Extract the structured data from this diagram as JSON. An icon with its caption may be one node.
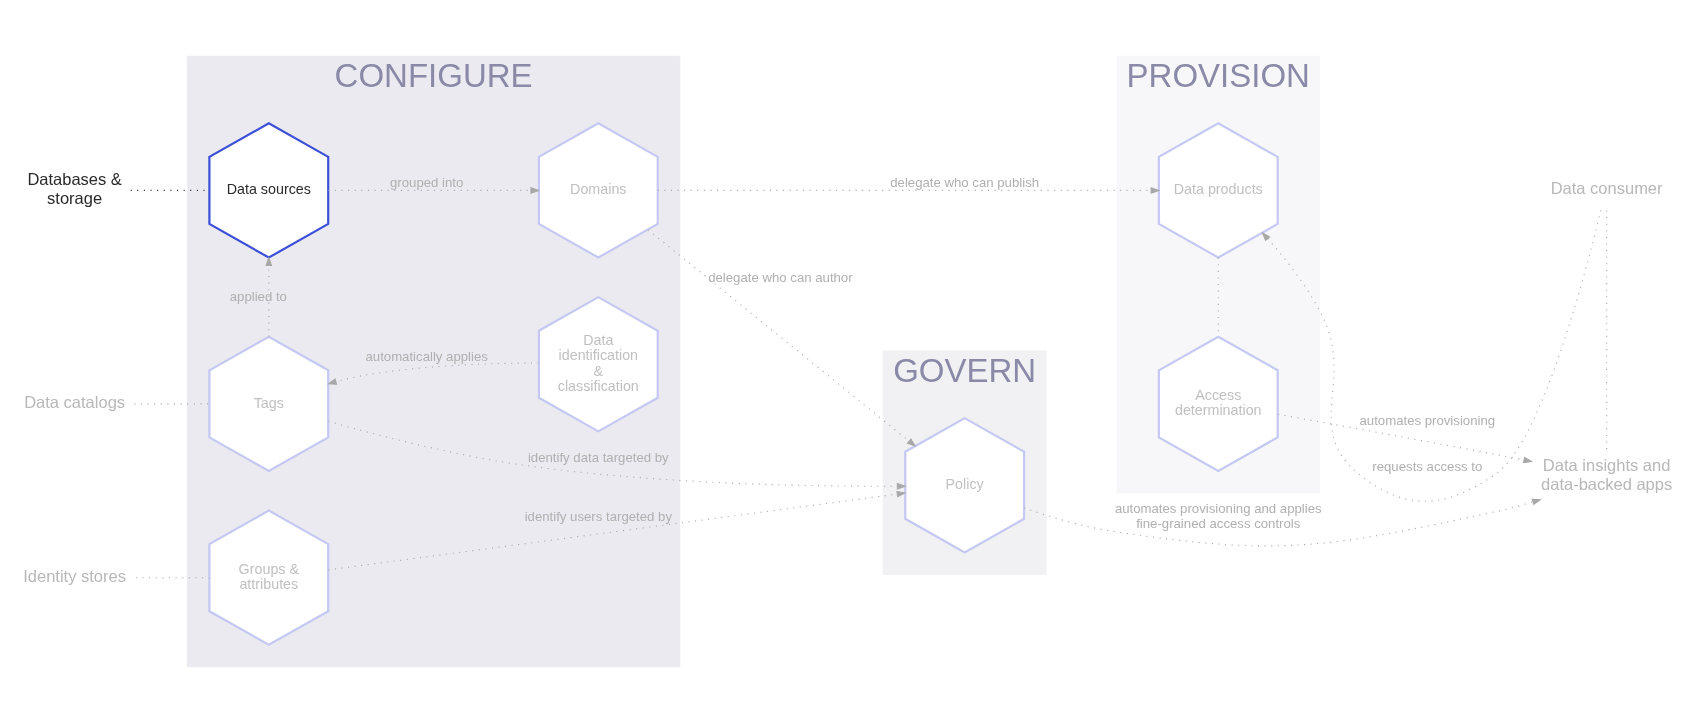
{
  "diagram": {
    "nodes": [
      {
        "text": [
          "CONFIGURE"
        ]
      },
      {
        "text": [
          "GOVERN"
        ]
      },
      {
        "text": [
          "PROVISION"
        ]
      },
      {
        "text": [
          "Databases & storage"
        ]
      },
      {
        "text": [
          "Data catalogs"
        ]
      },
      {
        "text": [
          "Identity stores"
        ]
      },
      {
        "text": [
          "Data sources"
        ],
        "in": 0
      },
      {
        "text": [
          "Domains"
        ],
        "in": 0
      },
      {
        "text": [
          "Tags"
        ],
        "in": 0
      },
      {
        "text": [
          "Data identification & classification"
        ],
        "in": 0
      },
      {
        "text": [
          "Groups & attributes"
        ],
        "in": 0
      },
      {
        "text": [
          "Policy"
        ],
        "in": 1
      },
      {
        "text": [
          "Data products"
        ],
        "in": 2
      },
      {
        "text": [
          "Access determination"
        ],
        "in": 2
      },
      {
        "text": [
          "Data consumer"
        ]
      },
      {
        "text": [
          "Data insights and data-backed apps"
        ]
      }
    ],
    "edges": [
      {
        "from": 3,
        "to": 6,
        "arrow": "none",
        "color": "#333333"
      },
      {
        "from": 6,
        "to": 7,
        "arrow": "to",
        "label": "grouped into"
      },
      {
        "from": 7,
        "to": 12,
        "arrow": "to",
        "label": "delegate who can publish"
      },
      {
        "from": 7,
        "to": 11,
        "arrow": "to",
        "label": "delegate who can author"
      },
      {
        "from": 8,
        "to": 6,
        "arrow": "to",
        "label": "applied to"
      },
      {
        "from": 4,
        "to": 8,
        "arrow": "none"
      },
      {
        "from": 8,
        "to": 11,
        "arrow": "to",
        "label": "identify data targeted by"
      },
      {
        "from": 9,
        "to": 8,
        "arrow": "to",
        "label": "automatically applies"
      },
      {
        "from": 5,
        "to": 10,
        "arrow": "none"
      },
      {
        "from": 10,
        "to": 11,
        "arrow": "to",
        "label": "identify users targeted by"
      },
      {
        "from": 14,
        "to": 12,
        "arrow": "to",
        "label": "requests access to"
      },
      {
        "from": 12,
        "to": 13,
        "arrow": "none"
      },
      {
        "from": 13,
        "to": 15,
        "arrow": "to",
        "label": "automates provisioning"
      },
      {
        "from": 11,
        "to": 15,
        "arrow": "to",
        "label": "automates provisioning and applies fine-grained access controls"
      },
      {
        "from": 14,
        "to": 15,
        "arrow": "none"
      }
    ]
  }
}
